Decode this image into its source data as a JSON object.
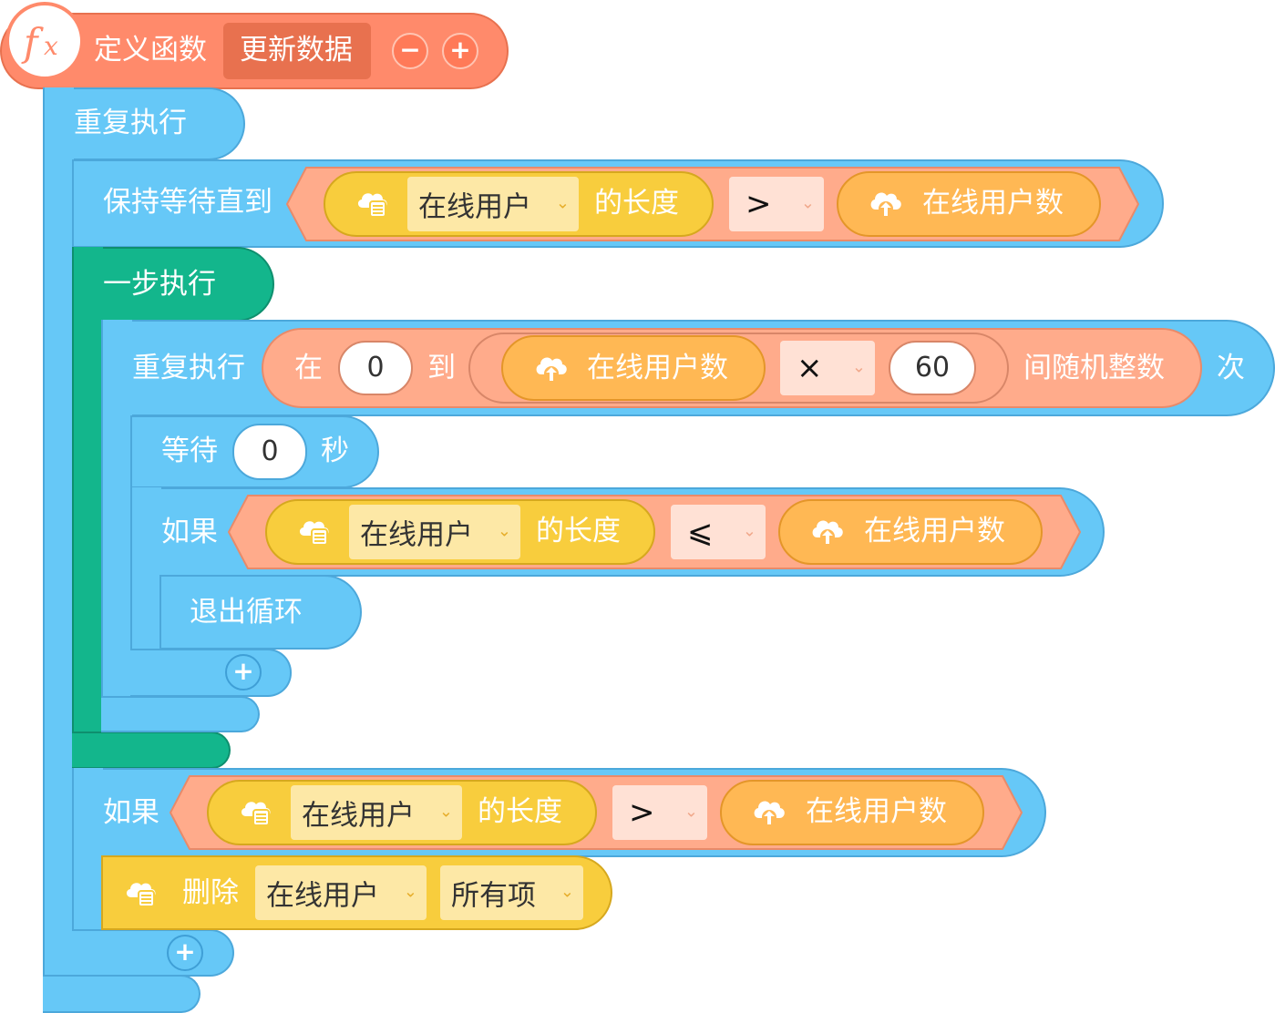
{
  "func_header": {
    "fx_label": "f",
    "fx_sub": "x",
    "title": "定义函数",
    "name": "更新数据",
    "minus": "−",
    "plus": "+"
  },
  "repeat_outer": {
    "label": "重复执行"
  },
  "wait_until": {
    "label": "保持等待直到",
    "list_select": "在线用户",
    "length_of": "的长度",
    "operator": ">",
    "cloud_var": "在线用户数"
  },
  "atomic": {
    "label": "一步执行"
  },
  "repeat_inner": {
    "label": "重复执行",
    "at": "在",
    "from_value": "0",
    "to": "到",
    "cloud_var": "在线用户数",
    "mult_operator": "×",
    "mult_value": "60",
    "random_label": "间随机整数",
    "times": "次"
  },
  "wait_secs": {
    "label": "等待",
    "value": "0",
    "unit": "秒"
  },
  "if_inner": {
    "label": "如果",
    "list_select": "在线用户",
    "length_of": "的长度",
    "operator": "⩽",
    "cloud_var": "在线用户数"
  },
  "break_loop": {
    "label": "退出循环"
  },
  "if_outer": {
    "label": "如果",
    "list_select": "在线用户",
    "length_of": "的长度",
    "operator": ">",
    "cloud_var": "在线用户数"
  },
  "delete_block": {
    "label": "删除",
    "list_select": "在线用户",
    "which": "所有项"
  },
  "add_button_label": "+",
  "chevron": "⌄",
  "colors": {
    "function": "#ff8a6b",
    "control": "#66c8f7",
    "atomic": "#13b68c",
    "operator": "#ffab8b",
    "list": "#f8cd3d",
    "cloud": "#ffb854"
  },
  "icons": [
    "fx-icon",
    "cloud-list-icon",
    "cloud-upload-icon",
    "chevron-down-icon",
    "plus-icon",
    "minus-icon"
  ]
}
